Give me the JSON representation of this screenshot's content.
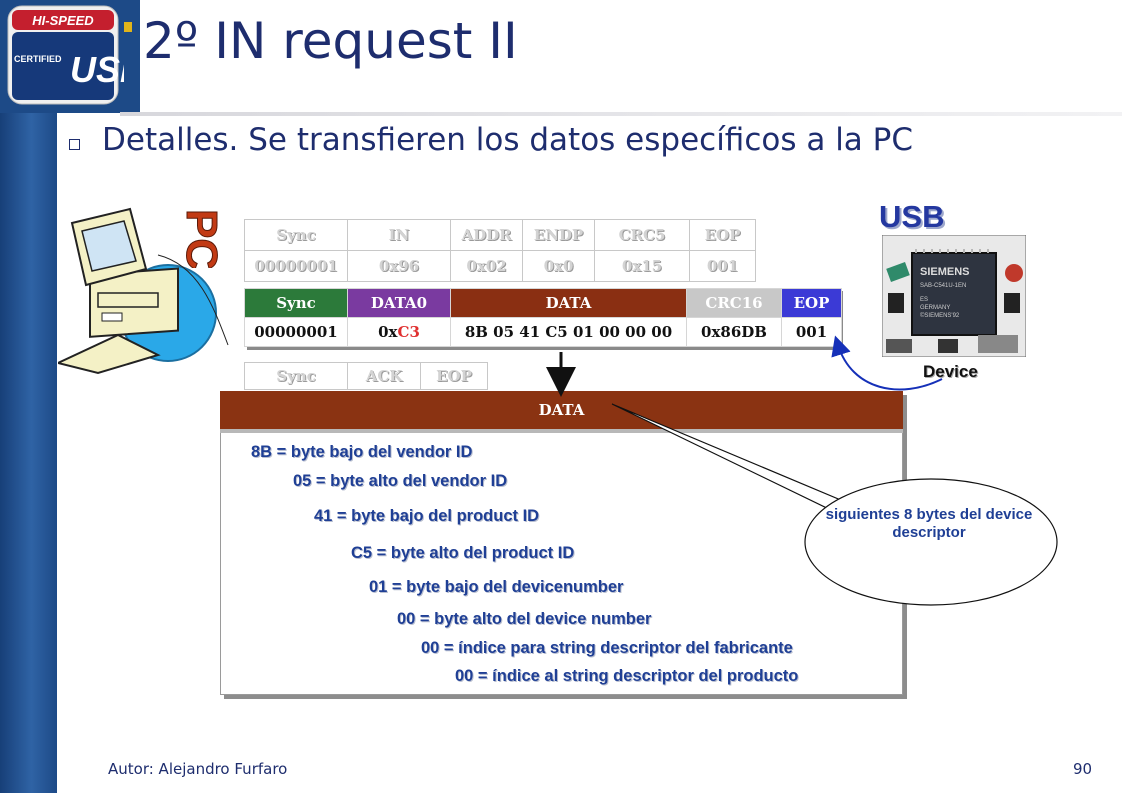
{
  "logo": {
    "line1": "HI-SPEED",
    "line2": "CERTIFIED",
    "mark": "USB",
    "icon": "usb-certified-logo"
  },
  "title": "2º IN request II",
  "subtitle": "Detalles. Se transfieren los datos específicos a la PC",
  "pc_label": "PC",
  "token_packet": {
    "headers": [
      "Sync",
      "IN",
      "ADDR",
      "ENDP",
      "CRC5",
      "EOP"
    ],
    "values": [
      "00000001",
      "0x96",
      "0x02",
      "0x0",
      "0x15",
      "001"
    ]
  },
  "data_packet": {
    "headers": [
      "Sync",
      "DATA0",
      "DATA",
      "CRC16",
      "EOP"
    ],
    "values": [
      "00000001",
      "0x",
      "C3",
      "8B 05 41 C5 01 00 00 00",
      "0x86DB",
      "001"
    ],
    "colors": {
      "sync": "#2c7a3a",
      "data0": "#7a3aa0",
      "data": "#8a2f12",
      "crc16": "#c8c8c8",
      "eop": "#3b3ad6",
      "pid_highlight": "#e03030"
    }
  },
  "ack_packet": {
    "headers": [
      "Sync",
      "ACK",
      "EOP"
    ]
  },
  "data_box": {
    "header": "DATA",
    "lines": [
      "8B = byte bajo del  vendor ID",
      "05 = byte alto del vendor ID",
      "41 = byte bajo del product ID",
      "C5 = byte alto del product ID",
      "01 = byte bajo del devicenumber",
      "00 = byte alto del device number",
      "00 = índice para string descriptor del fabricante",
      "00 = índice al string descriptor del producto"
    ]
  },
  "usb_label": "USB",
  "device_chip": {
    "brand": "SIEMENS",
    "part": "SAB-C541U-1EN",
    "line3": "ES",
    "line4": "GERMANY",
    "line5": "©SIEMENS'92"
  },
  "device_label": "Device",
  "callout": "siguientes 8 bytes del device descriptor",
  "footer": {
    "author": "Autor: Alejandro Furfaro",
    "page": "90"
  }
}
